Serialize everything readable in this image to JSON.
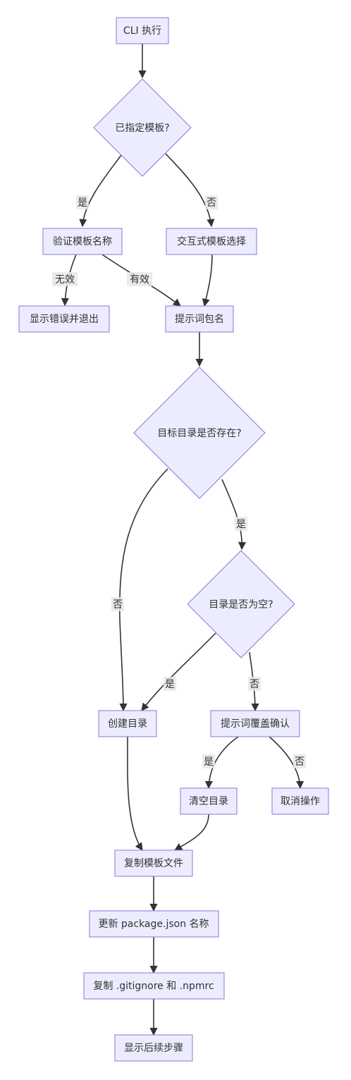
{
  "nodes": {
    "cli": "CLI 执行",
    "has_template": "已指定模板?",
    "validate": "验证模板名称",
    "interactive": "交互式模板选择",
    "show_error": "显示错误并退出",
    "prompt_name": "提示词包名",
    "dir_exists": "目标目录是否存在?",
    "dir_empty": "目录是否为空?",
    "create_dir": "创建目录",
    "confirm_overwrite": "提示词覆盖确认",
    "clear_dir": "清空目录",
    "cancel": "取消操作",
    "copy_files": "复制模板文件",
    "update_pkg": "更新 package.json 名称",
    "copy_gitignore": "复制 .gitignore 和 .npmrc",
    "show_next": "显示后续步骤"
  },
  "edge_labels": {
    "has_yes": "是",
    "has_no": "否",
    "invalid": "无效",
    "valid": "有效",
    "exists_no": "否",
    "exists_yes": "是",
    "empty_yes": "是",
    "empty_no": "否",
    "confirm_yes": "是",
    "confirm_no": "否"
  },
  "colors": {
    "node_fill": "#ececff",
    "node_stroke": "#9370db",
    "edge": "#333333",
    "label_bg": "#e8e8e8"
  }
}
